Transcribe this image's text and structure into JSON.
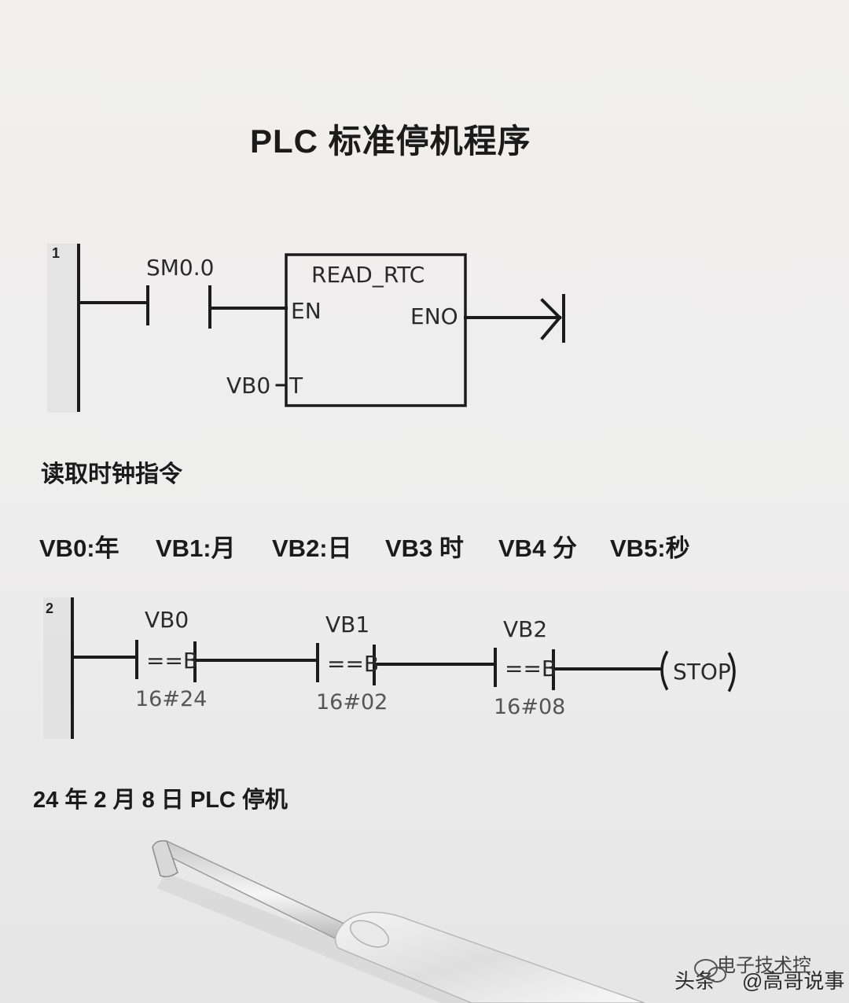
{
  "title": "PLC 标准停机程序",
  "rung1": {
    "number": "1",
    "contact": "SM0.0",
    "block_name": "READ_RTC",
    "en": "EN",
    "eno": "ENO",
    "t_pin": "T",
    "t_operand": "VB0"
  },
  "caption1": "读取时钟指令",
  "variables": [
    "VB0:年",
    "VB1:月",
    "VB2:日",
    "VB3 时",
    "VB4 分",
    "VB5:秒"
  ],
  "rung2": {
    "number": "2",
    "comparisons": [
      {
        "operand": "VB0",
        "operator": "==B",
        "value": "16#24"
      },
      {
        "operand": "VB1",
        "operator": "==B",
        "value": "16#02"
      },
      {
        "operand": "VB2",
        "operator": "==B",
        "value": "16#08"
      }
    ],
    "coil": "STOP"
  },
  "caption2": "24 年  2 月 8 日  PLC 停机",
  "watermark": {
    "source": "头条",
    "author": "@高哥说事",
    "channel": "电子技术控"
  }
}
